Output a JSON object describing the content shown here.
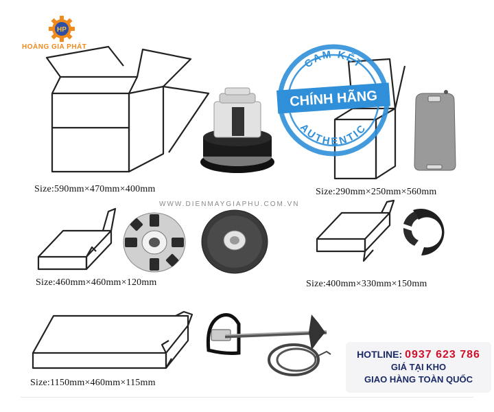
{
  "brand": {
    "name": "HOÀNG GIA PHÁT",
    "monogram": "HP",
    "color": "#f08a1c",
    "icon": "gear-logo-icon"
  },
  "stamp": {
    "top_text": "CAM KẾT",
    "banner_text": "CHÍNH HÃNG",
    "bottom_text": "AUTHENTIC",
    "color": "#2f8fd8",
    "icon": "authentic-stamp-icon"
  },
  "watermark": "WWW.DIENMAYGIAPHU.COM.VN",
  "packages": [
    {
      "size": "Size:590mm×470mm×400mm",
      "icon": "open-box-icon",
      "items": [
        "motor-unit-icon"
      ]
    },
    {
      "size": "Size:290mm×250mm×560mm",
      "icon": "tall-box-icon",
      "items": [
        "water-tank-icon"
      ]
    },
    {
      "size": "Size:460mm×460mm×120mm",
      "icon": "flat-box-icon",
      "items": [
        "pad-holder-icon",
        "brush-disc-icon"
      ]
    },
    {
      "size": "Size:400mm×330mm×150mm",
      "icon": "flat-box-icon",
      "items": [
        "weight-ring-icon"
      ]
    },
    {
      "size": "Size:1150mm×460mm×115mm",
      "icon": "long-box-icon",
      "items": [
        "handle-assembly-icon"
      ]
    }
  ],
  "hotline": {
    "label": "HOTLINE:",
    "number": "0937 623 786",
    "line2": "GIÁ TẠI KHO",
    "line3": "GIAO HÀNG TOÀN QUỐC",
    "label_color": "#1a2a66",
    "number_color": "#d0102a"
  }
}
